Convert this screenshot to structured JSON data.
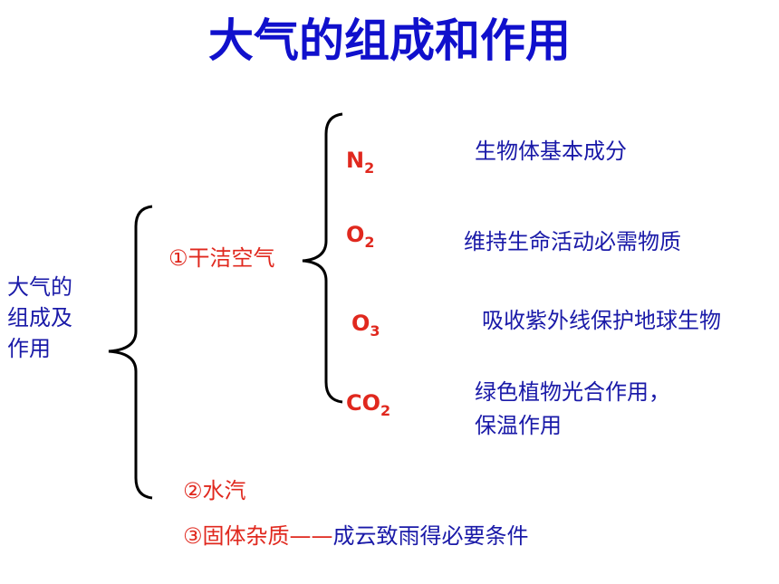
{
  "title": "大气的组成和作用",
  "root": {
    "line1": "大气的",
    "line2": "组成及",
    "line3": "作用"
  },
  "categories": {
    "dry_air": "①干洁空气",
    "water_vapor": "②水汽",
    "impurities_label": "③固体杂质",
    "impurities_dash": "——",
    "impurities_desc": "成云致雨得必要条件"
  },
  "gases": [
    {
      "symbol": "N",
      "sub": "2",
      "role": "生物体基本成分"
    },
    {
      "symbol": "O",
      "sub": "2",
      "role": "维持生命活动必需物质"
    },
    {
      "symbol": "O",
      "sub": "3",
      "role": "吸收紫外线保护地球生物"
    },
    {
      "symbol": "CO",
      "sub": "2",
      "role_line1": "绿色植物光合作用，",
      "role_line2": "保温作用"
    }
  ],
  "colors": {
    "title": "#1010cc",
    "text_blue": "#1a1aa8",
    "text_red": "#e0281e"
  }
}
